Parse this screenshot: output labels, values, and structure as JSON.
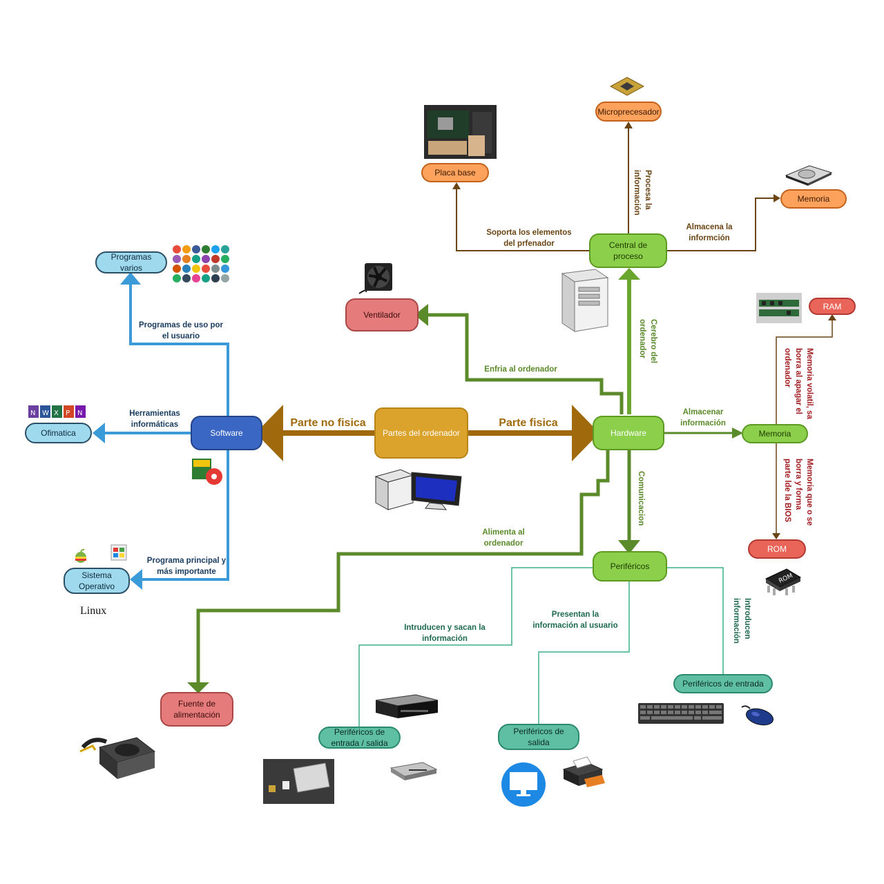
{
  "nodes": {
    "center": "Partes del ordenador",
    "hardware": "Hardware",
    "software": "Software",
    "central": "Central de proceso",
    "micro": "Microprecesador",
    "placa": "Placa base",
    "memoria_top": "Memoria",
    "ventilador": "Ventilador",
    "memoria_right": "Memoria",
    "ram": "RAM",
    "rom": "ROM",
    "perifericos": "Periféricos",
    "fuente": "Fuente de alimentación",
    "per_es": "Periféricos de entrada / salida",
    "per_salida": "Periféricos de salida",
    "per_entrada": "Periféricos de entrada",
    "programas": "Programas varios",
    "ofimatica": "Ofimatica",
    "so": "Sistema Operativo"
  },
  "labels": {
    "parte_fisica": "Parte fisica",
    "parte_no_fisica": "Parte no fisica",
    "soporta": "Soporta los elementos del prfenador",
    "procesa": "Procesa la información",
    "almacena": "Almacena la informción",
    "cerebro": "Cerebro del ordenador",
    "enfria": "Enfria al ordenador",
    "almacenar": "Almacenar información",
    "volatil": "Memoria volatil, sa borra al apagar el ordenador",
    "bios": "Memoria que o se borra y forma parte lde la BIOS",
    "comunicacion": "Comunicacion",
    "alimenta": "Alimenta al ordenador",
    "intruducen": "Intruducen y sacan la información",
    "presentan": "Presentan la información al usuario",
    "introducen": "Introducen información",
    "programas_uso": "Programas de uso por el usuario",
    "herramientas": "Herramientas informáticas",
    "programa_principal": "Programa principal y más importante",
    "linux": "Linux"
  },
  "colors": {
    "brown": "#a06a0c",
    "green": "#5b8a2a",
    "blue": "#3b9ad8",
    "teal": "#3bb08c",
    "darkbrown": "#6b4414",
    "darkred": "#a31e22"
  }
}
